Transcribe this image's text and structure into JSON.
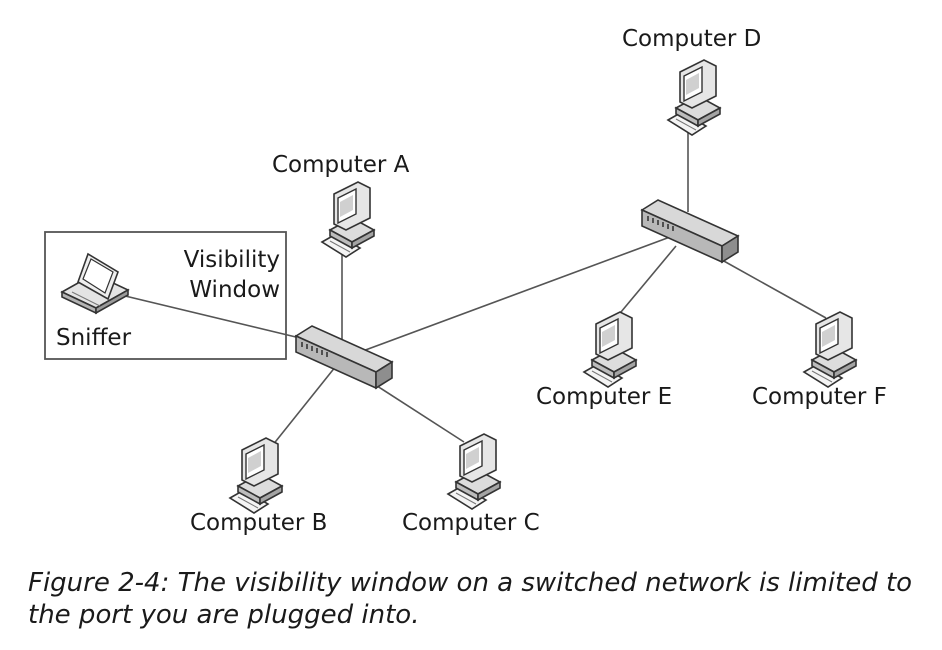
{
  "diagram": {
    "window_label": "Visibility Window",
    "sniffer_label": "Sniffer",
    "computers": {
      "a": "Computer A",
      "b": "Computer B",
      "c": "Computer C",
      "d": "Computer D",
      "e": "Computer E",
      "f": "Computer F"
    }
  },
  "caption": "Figure 2-4: The visibility window on a switched network is limited to the port you are plugged into."
}
